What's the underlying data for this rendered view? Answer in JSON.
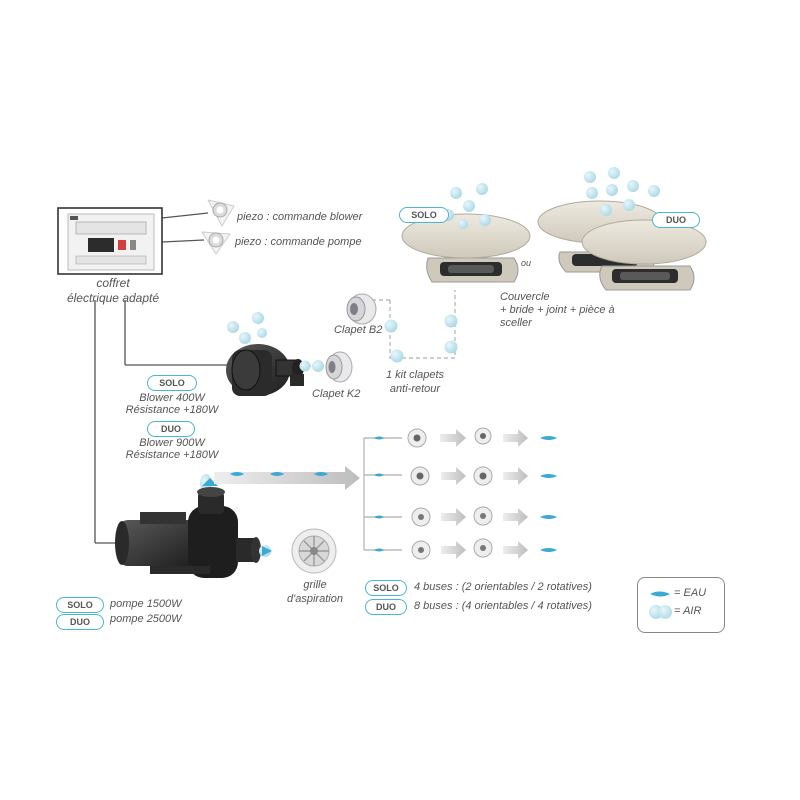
{
  "labels": {
    "piezo_blower": "piezo : commande blower",
    "piezo_pompe": "piezo : commande pompe",
    "coffret_line1": "coffret",
    "coffret_line2": "électrique adapté",
    "clapet_b2": "Clapet B2",
    "clapet_k2": "Clapet K2",
    "kit_line1": "1 kit clapets",
    "kit_line2": "anti-retour",
    "couvercle_line1": "Couvercle",
    "couvercle_line2": "+ bride + joint + pièce à",
    "couvercle_line3": "sceller",
    "ou": "ou",
    "blower_solo_line1": "Blower 400W",
    "blower_solo_line2": "Résistance +180W",
    "blower_duo_line1": "Blower 900W",
    "blower_duo_line2": "Résistance +180W",
    "grille_line1": "grille",
    "grille_line2": "d'aspiration",
    "pompe_solo": "pompe  1500W",
    "pompe_duo": "pompe 2500W",
    "buses_solo": "4 buses : (2 orientables / 2 rotatives)",
    "buses_duo": "8 buses : (4 orientables / 4 rotatives)",
    "legend_eau": "= EAU",
    "legend_air": "= AIR"
  },
  "tags": {
    "solo": "SOLO",
    "duo": "DUO"
  },
  "colors": {
    "water": "#3aa9d6",
    "air": "#bfe4ee",
    "tag_border": "#4ab6cf",
    "arrow": "#c9c9c9",
    "wire": "#555555",
    "pipe_dash": "#bbbbbb"
  }
}
